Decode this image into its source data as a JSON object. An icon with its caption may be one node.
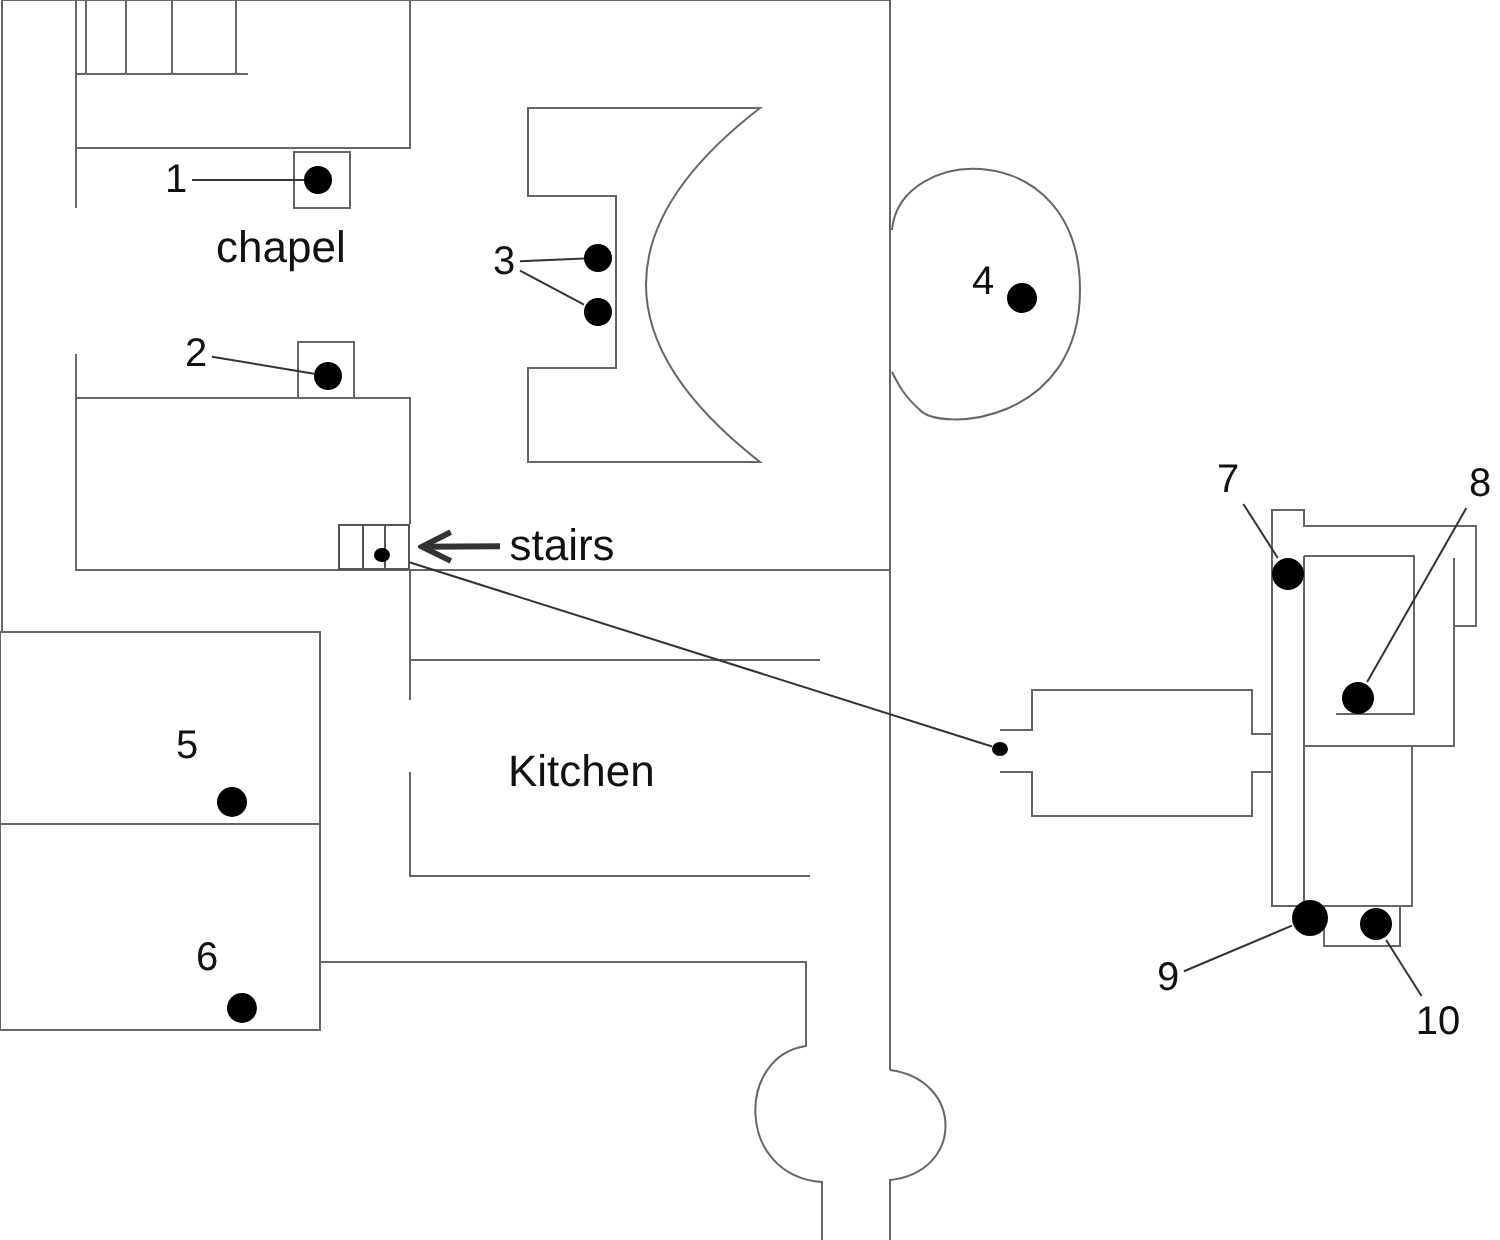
{
  "diagram": {
    "nodes": [
      {
        "text": [
          "1"
        ]
      },
      {
        "text": [],
        "shape": "circle"
      },
      {
        "text": [
          "2"
        ]
      },
      {
        "text": [],
        "shape": "circle"
      },
      {
        "text": [
          "3"
        ]
      },
      {
        "text": [],
        "shape": "circle"
      },
      {
        "text": [],
        "shape": "circle"
      },
      {
        "text": [
          "stairs"
        ]
      },
      {
        "text": [],
        "shape": "box"
      },
      {
        "text": [],
        "shape": "circle",
        "in": 8
      },
      {
        "text": [],
        "shape": "circle"
      },
      {
        "text": [
          "7"
        ]
      },
      {
        "text": [],
        "shape": "circle"
      },
      {
        "text": [
          "8"
        ]
      },
      {
        "text": [],
        "shape": "circle"
      },
      {
        "text": [
          "9"
        ]
      },
      {
        "text": [],
        "shape": "circle"
      },
      {
        "text": [
          "10"
        ]
      },
      {
        "text": [],
        "shape": "circle"
      }
    ],
    "edges": [
      {
        "from": 0,
        "to": 1,
        "arrow": "none"
      },
      {
        "from": 2,
        "to": 3,
        "arrow": "none"
      },
      {
        "from": 4,
        "to": 5,
        "arrow": "none"
      },
      {
        "from": 4,
        "to": 6,
        "arrow": "none"
      },
      {
        "from": 7,
        "to": 8,
        "arrow": "to",
        "style": "thick"
      },
      {
        "from": 9,
        "to": 10,
        "arrow": "none"
      },
      {
        "from": 11,
        "to": 12,
        "arrow": "none"
      },
      {
        "from": 13,
        "to": 14,
        "arrow": "none"
      },
      {
        "from": 15,
        "to": 16,
        "arrow": "none"
      },
      {
        "from": 17,
        "to": 18,
        "arrow": "none"
      }
    ],
    "labels": [
      "chapel",
      "4",
      "5",
      "Kitchen",
      "6"
    ]
  }
}
